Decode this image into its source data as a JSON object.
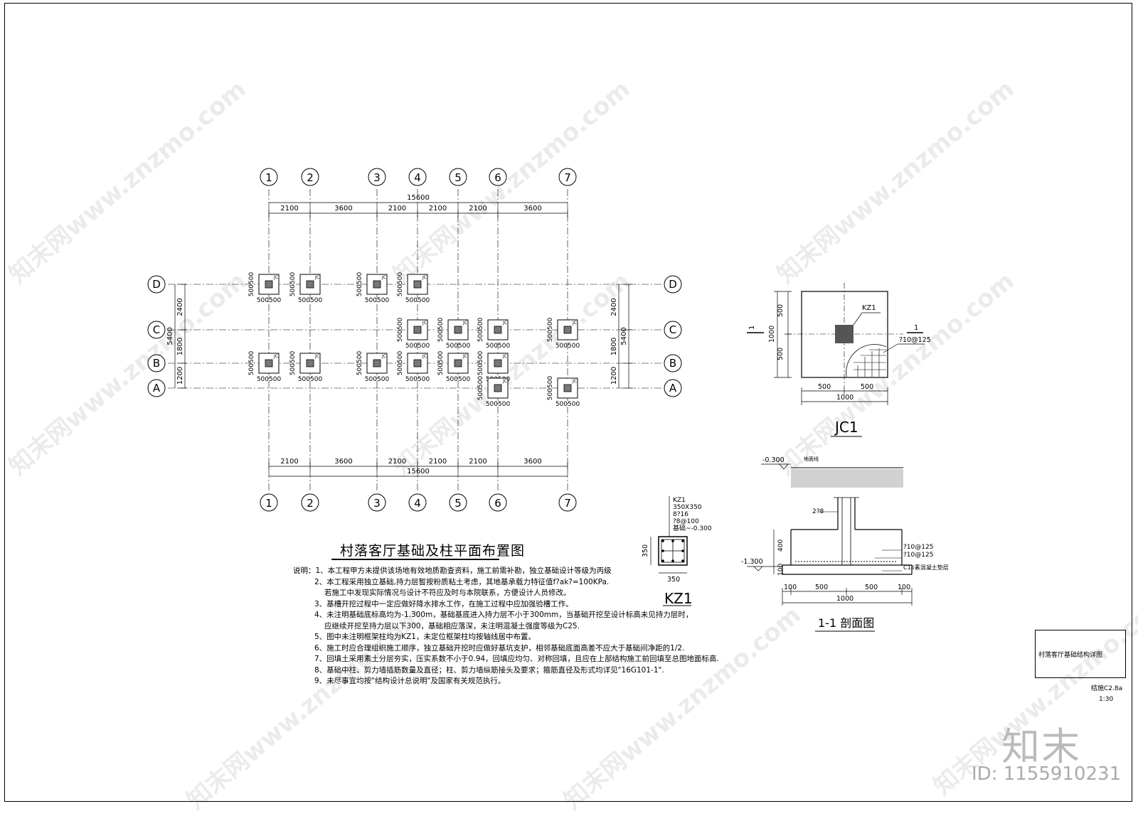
{
  "plan": {
    "axes_x": [
      "1",
      "2",
      "3",
      "4",
      "5",
      "6",
      "7"
    ],
    "axes_y": [
      "A",
      "B",
      "C",
      "D"
    ],
    "top_total": "15600",
    "bottom_total": "15600",
    "x_spans": [
      "2100",
      "3600",
      "2100",
      "2100",
      "2100",
      "3600"
    ],
    "left_total": "5400",
    "right_total": "5400",
    "y_spans": [
      "1200",
      "1800",
      "2400"
    ],
    "footing_label": "JC",
    "footing_dim": "500500",
    "title": "村落客厅基础及柱平面布置图"
  },
  "jc1": {
    "title": "JC1",
    "column": "KZ1",
    "rebar": "?10@125",
    "dims_h": [
      "500",
      "500"
    ],
    "total_h": "1000",
    "dims_v": [
      "500",
      "500"
    ],
    "total_v": "1000",
    "section_mark": "1"
  },
  "kz1": {
    "title": "KZ1",
    "lines": [
      "KZ1",
      "350X350",
      "8?16",
      "?8@100",
      "基础~-0.300"
    ],
    "dim_w": "350",
    "dim_h": "350"
  },
  "section": {
    "title": "1-1 剖面图",
    "elev_top": "-0.300",
    "ground": "地面线",
    "elev_bottom": "-1.300",
    "bars": "2?8",
    "rebar1": "?10@125",
    "rebar2": "?10@125",
    "cushion": "C15素混凝土垫层",
    "h1": "400",
    "h2": "100",
    "dims": [
      "100",
      "500",
      "500",
      "100"
    ],
    "total": "1000"
  },
  "notes": {
    "label": "说明：",
    "items": [
      "1、本工程甲方未提供该场地有效地质勘查资料，施工前需补勘，独立基础设计等级为丙级",
      "2、本工程采用独立基础,持力层暂按粉质粘土考虑，其地基承载力特征值f?ak?=100KPa.",
      "若施工中发现实际情况与设计不符应及时与本院联系，方便设计人员修改。",
      "3、基槽开挖过程中一定应做好降水排水工作，在施工过程中应加强验槽工作。",
      "4、未注明基础底标高均为-1.300m，基础基底进入持力层不小于300mm，当基础开挖至设计标高未见持力层时，",
      "应继续开挖至持力层以下300，基础相应落深，未注明混凝土强度等级为C25.",
      "5、图中未注明框架柱均为KZ1，未定位框架柱均按轴线居中布置。",
      "6、施工时应合理组织施工顺序，独立基础开挖时应做好基坑支护，相邻基础底面高差不应大于基础间净距的1/2.",
      "7、回填土采用素土分层夯实，压实系数不小于0.94，回填应均匀、对称回填，且应在上部结构施工前回填至总图地面标高.",
      "8、基础中柱、剪力墙插筋数量及直径；柱、剪力墙纵筋接头及要求；箍筋直径及形式均详见\"16G101-1\".",
      "9、未尽事宜均按\"结构设计总说明\"及国家有关规范执行。"
    ]
  },
  "titleblock": {
    "name": "村落客厅基础结构详图",
    "sheet": "结施C2.8a",
    "scale": "1:30"
  },
  "brand": {
    "logo": "知末",
    "id": "ID: 1155910231",
    "watermark": "知末网www.znzmo.com"
  }
}
